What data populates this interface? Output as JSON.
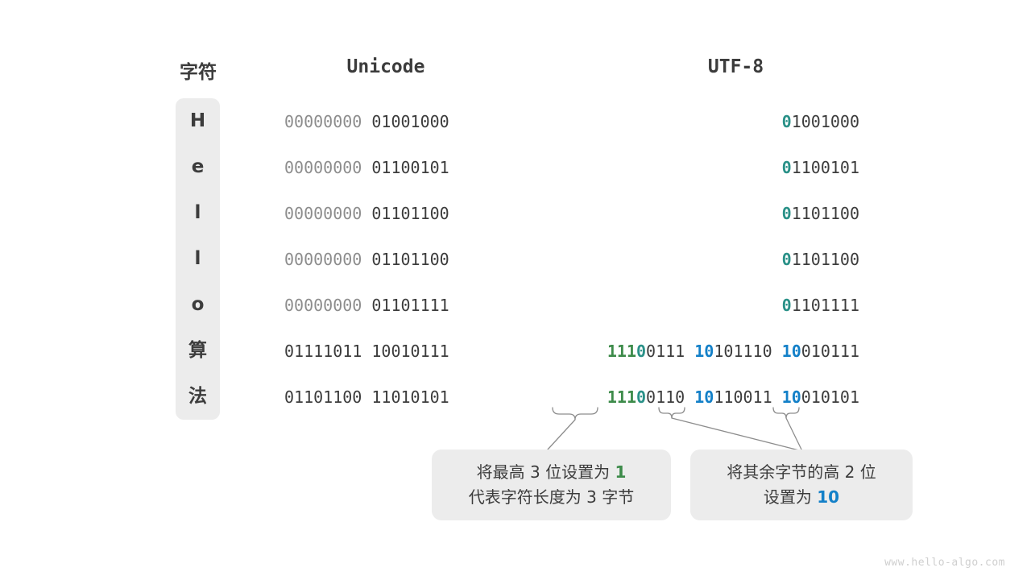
{
  "headers": {
    "character": "字符",
    "unicode": "Unicode",
    "utf8": "UTF-8"
  },
  "colors": {
    "green": "#3d8b4a",
    "teal": "#2a9188",
    "blue": "#1380c8",
    "dark": "#3c3c3c",
    "dim": "#8d8d8d",
    "cell_bg": "#ececec",
    "watermark": "#cfcfcf"
  },
  "rows": [
    {
      "char": "H",
      "unicode_segments": [
        {
          "text": "00000000",
          "style": "dim"
        },
        {
          "text": " ",
          "style": "dark"
        },
        {
          "text": "01001000",
          "style": "dark"
        }
      ],
      "utf8_segments": [
        {
          "text": "0",
          "style": "teal"
        },
        {
          "text": "1001000",
          "style": "dark"
        }
      ]
    },
    {
      "char": "e",
      "unicode_segments": [
        {
          "text": "00000000",
          "style": "dim"
        },
        {
          "text": " ",
          "style": "dark"
        },
        {
          "text": "01100101",
          "style": "dark"
        }
      ],
      "utf8_segments": [
        {
          "text": "0",
          "style": "teal"
        },
        {
          "text": "1100101",
          "style": "dark"
        }
      ]
    },
    {
      "char": "l",
      "unicode_segments": [
        {
          "text": "00000000",
          "style": "dim"
        },
        {
          "text": " ",
          "style": "dark"
        },
        {
          "text": "01101100",
          "style": "dark"
        }
      ],
      "utf8_segments": [
        {
          "text": "0",
          "style": "teal"
        },
        {
          "text": "1101100",
          "style": "dark"
        }
      ]
    },
    {
      "char": "l",
      "unicode_segments": [
        {
          "text": "00000000",
          "style": "dim"
        },
        {
          "text": " ",
          "style": "dark"
        },
        {
          "text": "01101100",
          "style": "dark"
        }
      ],
      "utf8_segments": [
        {
          "text": "0",
          "style": "teal"
        },
        {
          "text": "1101100",
          "style": "dark"
        }
      ]
    },
    {
      "char": "o",
      "unicode_segments": [
        {
          "text": "00000000",
          "style": "dim"
        },
        {
          "text": " ",
          "style": "dark"
        },
        {
          "text": "01101111",
          "style": "dark"
        }
      ],
      "utf8_segments": [
        {
          "text": "0",
          "style": "teal"
        },
        {
          "text": "1101111",
          "style": "dark"
        }
      ]
    },
    {
      "char": "算",
      "unicode_segments": [
        {
          "text": "01111011",
          "style": "dark"
        },
        {
          "text": " ",
          "style": "dark"
        },
        {
          "text": "10010111",
          "style": "dark"
        }
      ],
      "utf8_segments": [
        {
          "text": "111",
          "style": "green"
        },
        {
          "text": "0",
          "style": "teal"
        },
        {
          "text": "0111",
          "style": "dark"
        },
        {
          "text": " ",
          "style": "dark"
        },
        {
          "text": "10",
          "style": "blue"
        },
        {
          "text": "101110",
          "style": "dark"
        },
        {
          "text": " ",
          "style": "dark"
        },
        {
          "text": "10",
          "style": "blue"
        },
        {
          "text": "010111",
          "style": "dark"
        }
      ]
    },
    {
      "char": "法",
      "unicode_segments": [
        {
          "text": "01101100",
          "style": "dark"
        },
        {
          "text": " ",
          "style": "dark"
        },
        {
          "text": "11010101",
          "style": "dark"
        }
      ],
      "utf8_segments": [
        {
          "text": "111",
          "style": "green"
        },
        {
          "text": "0",
          "style": "teal"
        },
        {
          "text": "0110",
          "style": "dark"
        },
        {
          "text": " ",
          "style": "dark"
        },
        {
          "text": "10",
          "style": "blue"
        },
        {
          "text": "110011",
          "style": "dark"
        },
        {
          "text": " ",
          "style": "dark"
        },
        {
          "text": "10",
          "style": "blue"
        },
        {
          "text": "010101",
          "style": "dark"
        }
      ]
    }
  ],
  "callouts": [
    {
      "id": "callout-1",
      "lines": [
        [
          {
            "text": "将最高 3 位设置为 ",
            "style": "plain"
          },
          {
            "text": "1",
            "style": "green"
          }
        ],
        [
          {
            "text": "代表字符长度为 3 字节",
            "style": "plain"
          }
        ]
      ]
    },
    {
      "id": "callout-2",
      "lines": [
        [
          {
            "text": "将其余字节的高 2 位",
            "style": "plain"
          }
        ],
        [
          {
            "text": "设置为 ",
            "style": "plain"
          },
          {
            "text": "10",
            "style": "blue"
          }
        ]
      ]
    }
  ],
  "watermark": "www.hello-algo.com"
}
